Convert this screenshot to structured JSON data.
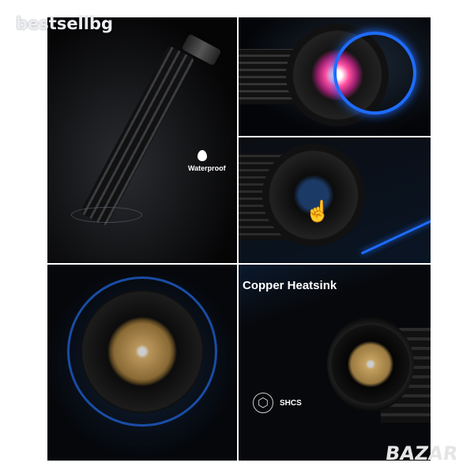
{
  "watermark": {
    "prefix": "bes",
    "rest": "tsellbg"
  },
  "panels": {
    "waterproof": {
      "label": "Waterproof",
      "icon": "water-drop-icon"
    },
    "heatsink": {
      "title": "Copper Heatsink",
      "shcs_label": "SHCS",
      "icon": "hex-socket-icon"
    }
  },
  "bazar_watermark": "BAZAR",
  "colors": {
    "accent_blue": "#1e6cff",
    "copper": "#b8955a"
  }
}
